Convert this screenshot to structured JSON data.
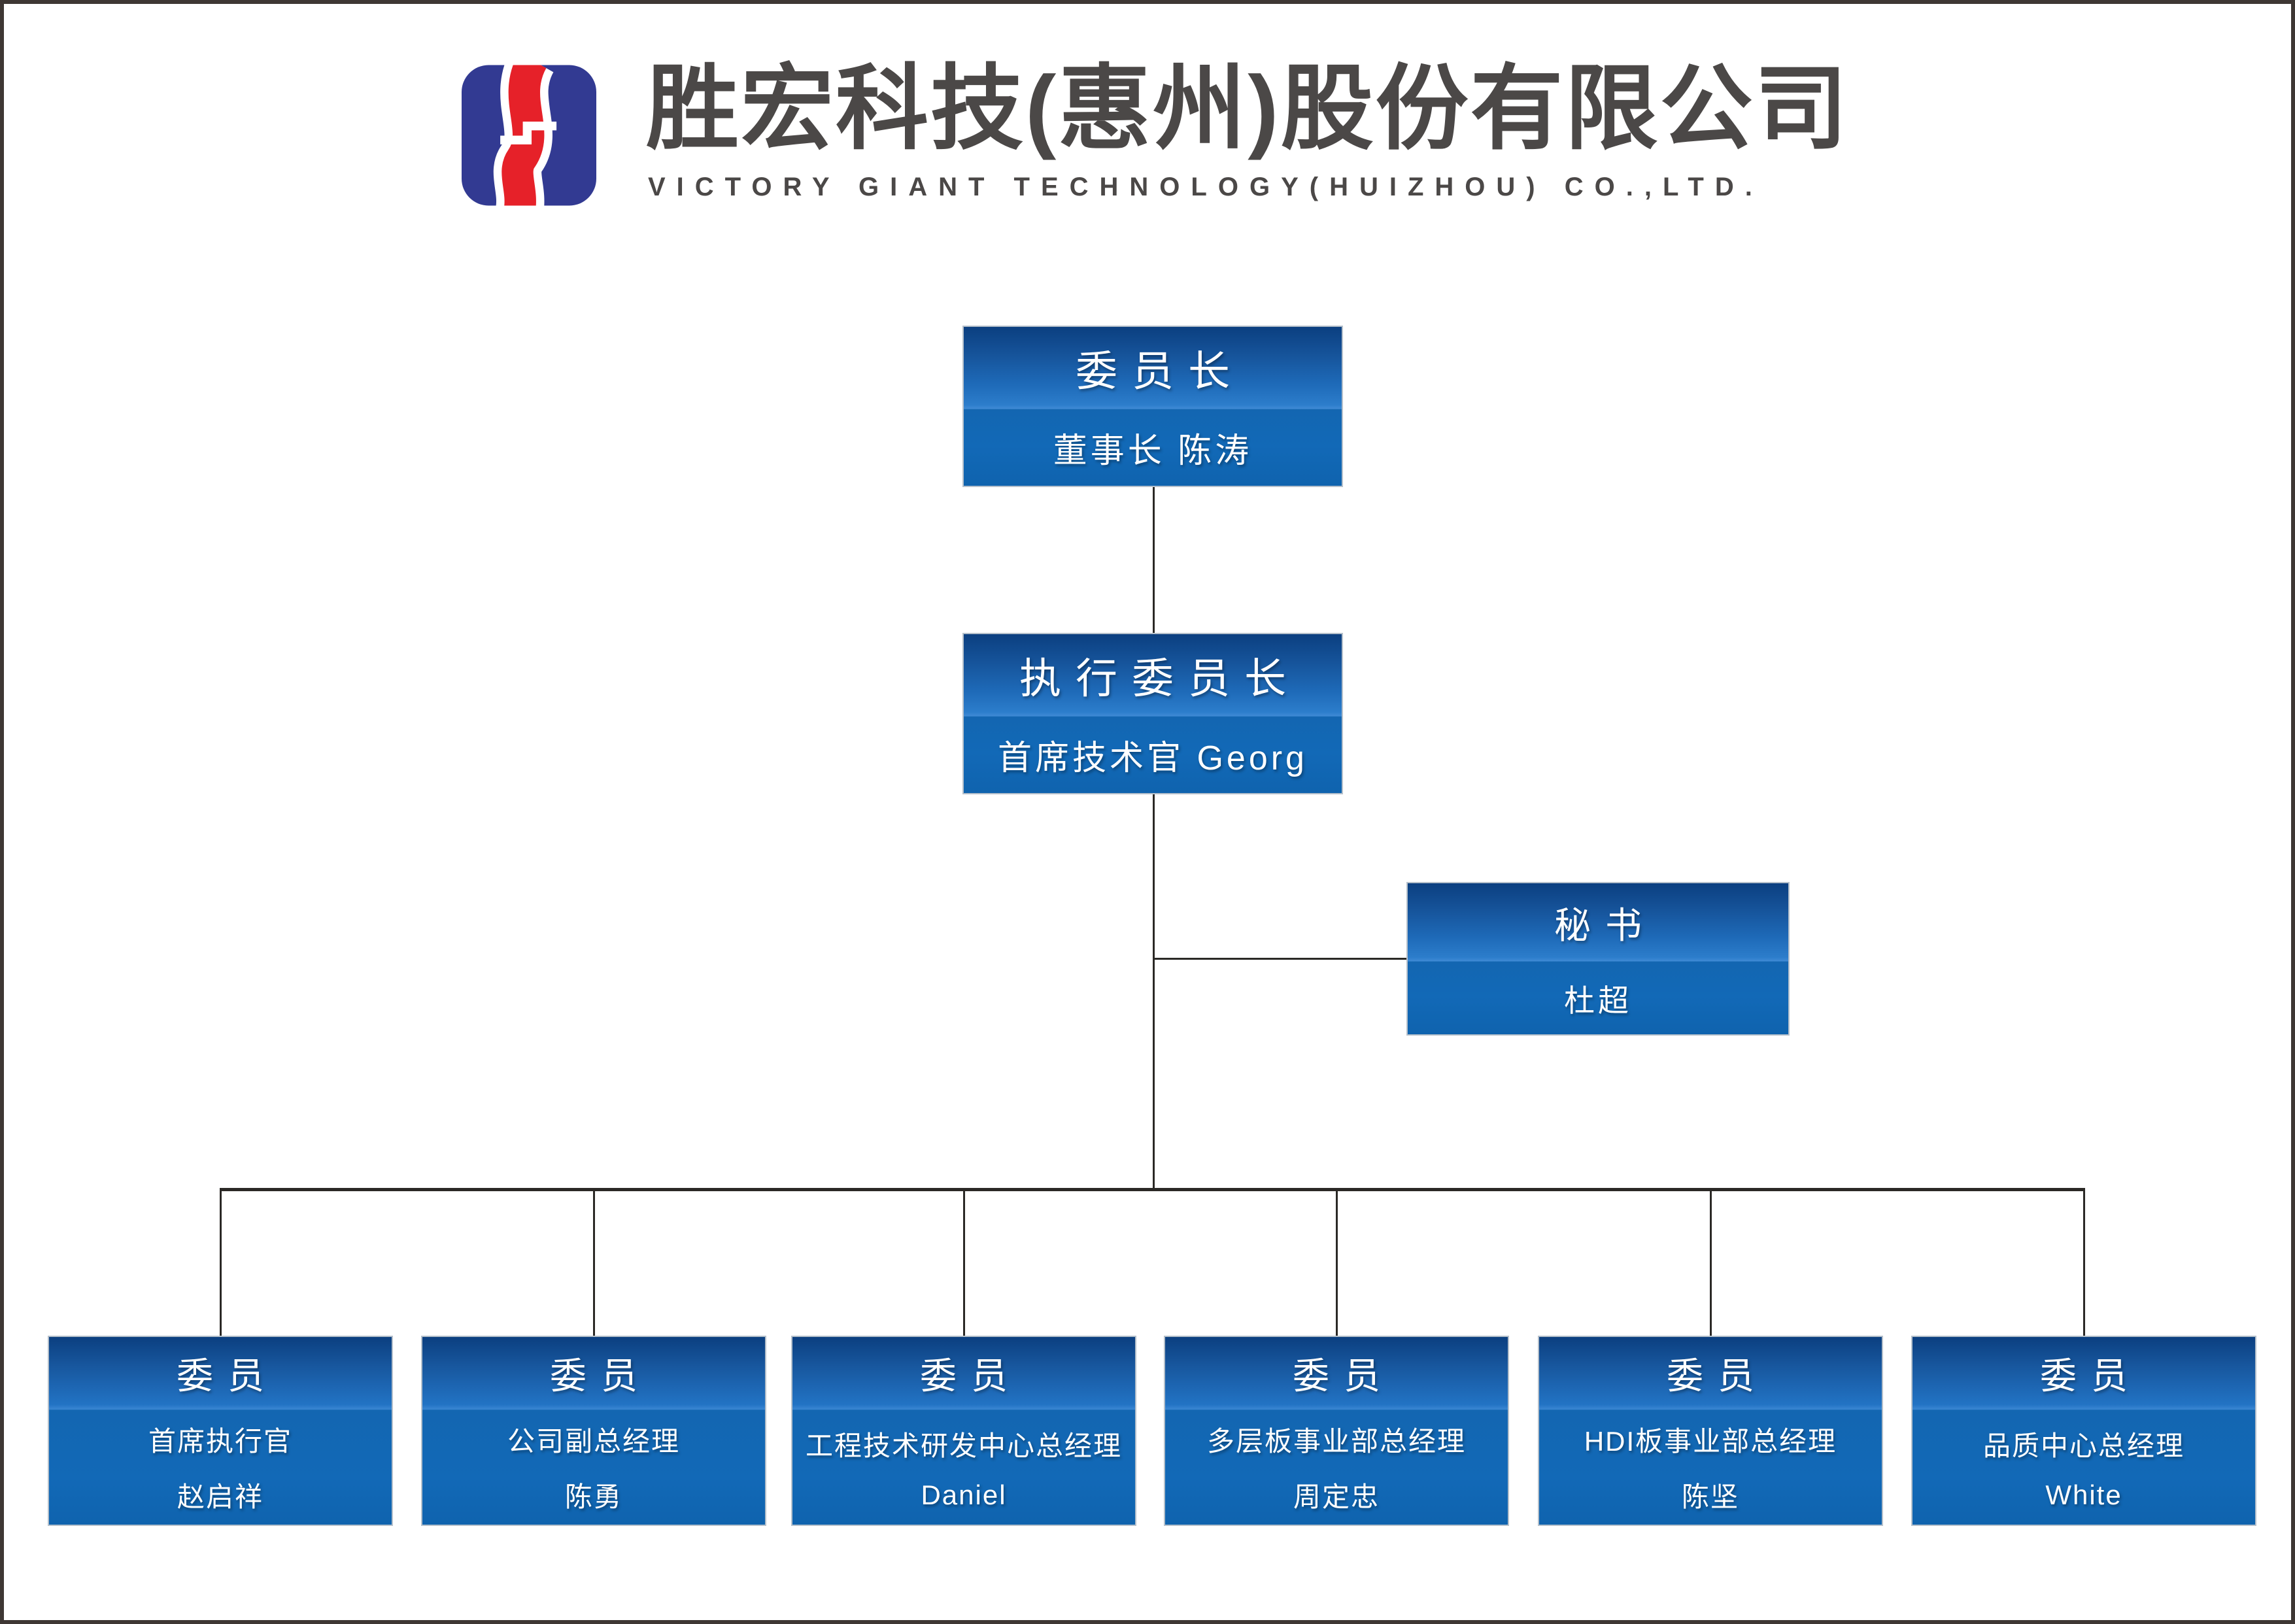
{
  "page": {
    "background": "#ffffff",
    "frame_border_color": "#3e3734",
    "connector_color": "#2b2926"
  },
  "header": {
    "logo_icon": "victory-giant-s-monogram-logo",
    "logo_colors": {
      "blue": "#323a92",
      "red": "#e62129",
      "white": "#ffffff"
    },
    "company_name_zh": "胜宏科技(惠州)股份有限公司",
    "company_name_en": "VICTORY GIANT TECHNOLOGY(HUIZHOU) CO.,LTD.",
    "text_color": "#4b4847"
  },
  "chart": {
    "node_colors": {
      "gradient_top": "#0b3f80",
      "gradient_light": "#3f8ad5",
      "gradient_bottom": "#0f63ae",
      "text": "#ffffff"
    },
    "nodes": {
      "chairman": {
        "title": "委员长",
        "subtitle": "董事长 陈涛"
      },
      "exec_chairman": {
        "title": "执行委员长",
        "subtitle": "首席技术官 Georg"
      },
      "secretary": {
        "title": "秘书",
        "subtitle": "杜超"
      },
      "members": [
        {
          "title": "委员",
          "role": "首席执行官",
          "name": "赵启祥"
        },
        {
          "title": "委员",
          "role": "公司副总经理",
          "name": "陈勇"
        },
        {
          "title": "委员",
          "role": "工程技术研发中心总经理",
          "name": "Daniel"
        },
        {
          "title": "委员",
          "role": "多层板事业部总经理",
          "name": "周定忠"
        },
        {
          "title": "委员",
          "role": "HDI板事业部总经理",
          "name": "陈坚"
        },
        {
          "title": "委员",
          "role": "品质中心总经理",
          "name": "White"
        }
      ]
    }
  }
}
